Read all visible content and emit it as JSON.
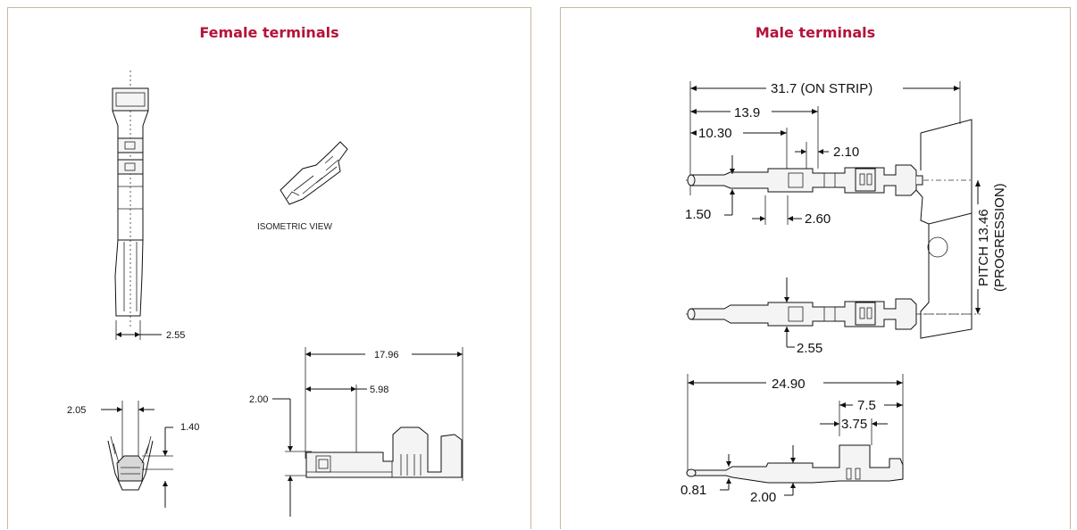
{
  "female": {
    "title": "Female terminals",
    "isometric_label": "ISOMETRIC VIEW",
    "dims": {
      "width_255": "2.55",
      "width_205": "2.05",
      "height_140": "1.40",
      "length_1796": "17.96",
      "length_598": "5.98",
      "height_200": "2.00"
    }
  },
  "male": {
    "title": "Male terminals",
    "dims": {
      "strip_317": "31.7 (ON STRIP)",
      "len_139": "13.9",
      "len_1030": "10.30",
      "len_210": "2.10",
      "dia_150": "1.50",
      "len_260": "2.60",
      "pitch": "PITCH 13.46",
      "progression": "(PROGRESSION)",
      "dia_255": "2.55",
      "len_2490": "24.90",
      "len_75": "7.5",
      "len_375": "3.75",
      "dia_081": "0.81",
      "dia_200": "2.00"
    }
  }
}
